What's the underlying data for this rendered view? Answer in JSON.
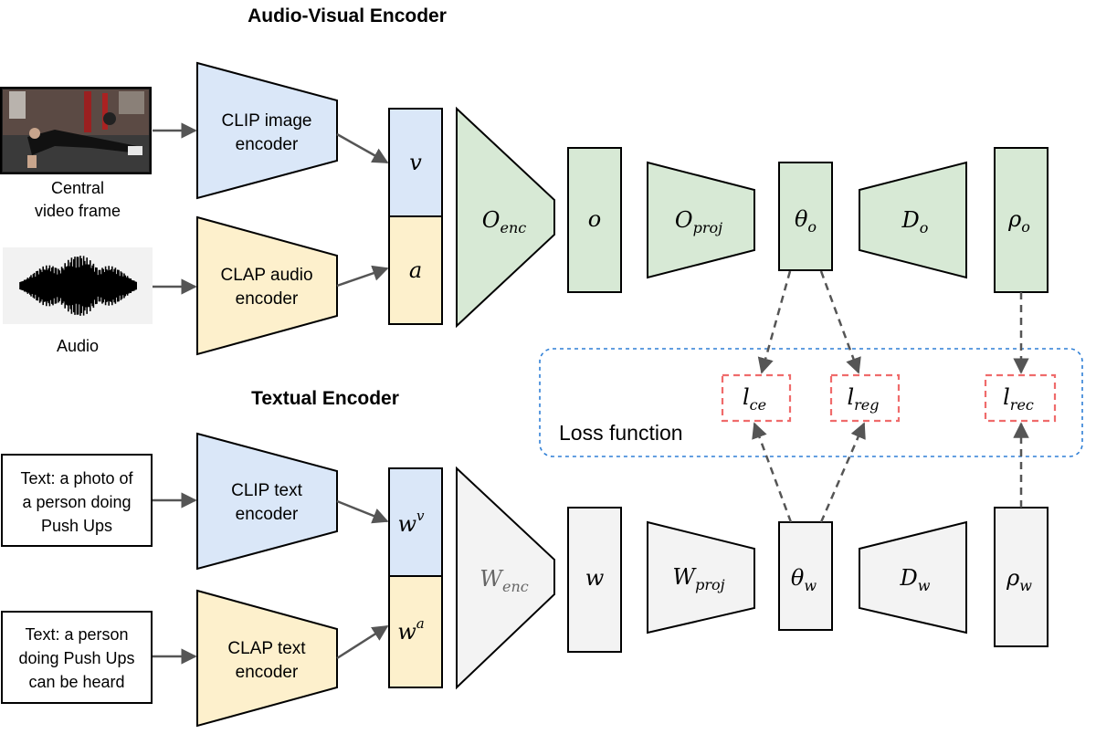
{
  "headings": {
    "audio_visual": "Audio-Visual Encoder",
    "textual": "Textual Encoder"
  },
  "inputs": {
    "video_caption_line1": "Central",
    "video_caption_line2": "video frame",
    "audio_caption": "Audio",
    "text_input_1": [
      "Text: a photo of",
      "a person doing",
      "Push Ups"
    ],
    "text_input_2": [
      "Text: a person",
      "doing Push Ups",
      "can be heard"
    ]
  },
  "encoders": {
    "clip_image": [
      "CLIP image",
      "encoder"
    ],
    "clap_audio": [
      "CLAP audio",
      "encoder"
    ],
    "clip_text": [
      "CLIP text",
      "encoder"
    ],
    "clap_text": [
      "CLAP  text",
      "encoder"
    ]
  },
  "symbols": {
    "v": "v",
    "a": "a",
    "wv_base": "w",
    "wv_sup": "v",
    "wa_base": "w",
    "wa_sup": "a",
    "o_enc_base": "O",
    "o_enc_sub": "enc",
    "o": "o",
    "o_proj_base": "O",
    "o_proj_sub": "proj",
    "theta_o_base": "θ",
    "theta_o_sub": "o",
    "d_o_base": "D",
    "d_o_sub": "o",
    "rho_o_base": "ρ",
    "rho_o_sub": "o",
    "w_enc_base": "W",
    "w_enc_sub": "enc",
    "w": "w",
    "w_proj_base": "W",
    "w_proj_sub": "proj",
    "theta_w_base": "θ",
    "theta_w_sub": "w",
    "d_w_base": "D",
    "d_w_sub": "w",
    "rho_w_base": "ρ",
    "rho_w_sub": "w"
  },
  "loss": {
    "title": "Loss function",
    "l_ce_base": "l",
    "l_ce_sub": "ce",
    "l_reg_base": "l",
    "l_reg_sub": "reg",
    "l_rec_base": "l",
    "l_rec_sub": "rec"
  },
  "colors": {
    "blue": "#dae7f8",
    "yellow": "#fdf0cc",
    "green": "#d7e9d5",
    "grey": "#f3f3f3",
    "dashed_blue": "#2f7fd6",
    "dashed_red": "#ef6b6b",
    "arrow": "#555555"
  }
}
